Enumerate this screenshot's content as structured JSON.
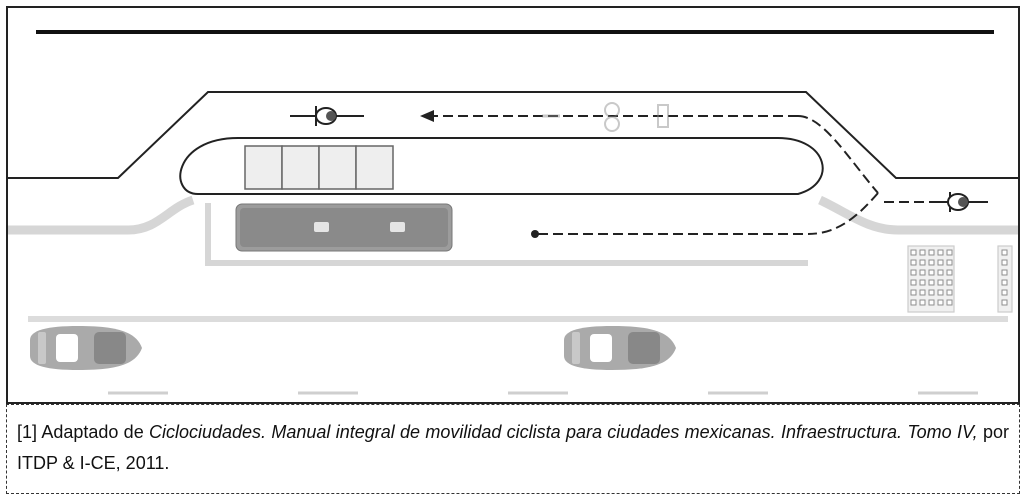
{
  "caption": {
    "ref": "[1] Adaptado de ",
    "title": "Ciclociudades. Manual integral de movilidad ciclista para ciudades mexicanas. Infraestructura. Tomo IV,",
    "rest": " por ITDP & I-CE, 2011."
  },
  "colors": {
    "line": "#222222",
    "gray": "#9a9a9a",
    "light_gray": "#d9d9d9",
    "fill_gray": "#e8e8e8"
  }
}
